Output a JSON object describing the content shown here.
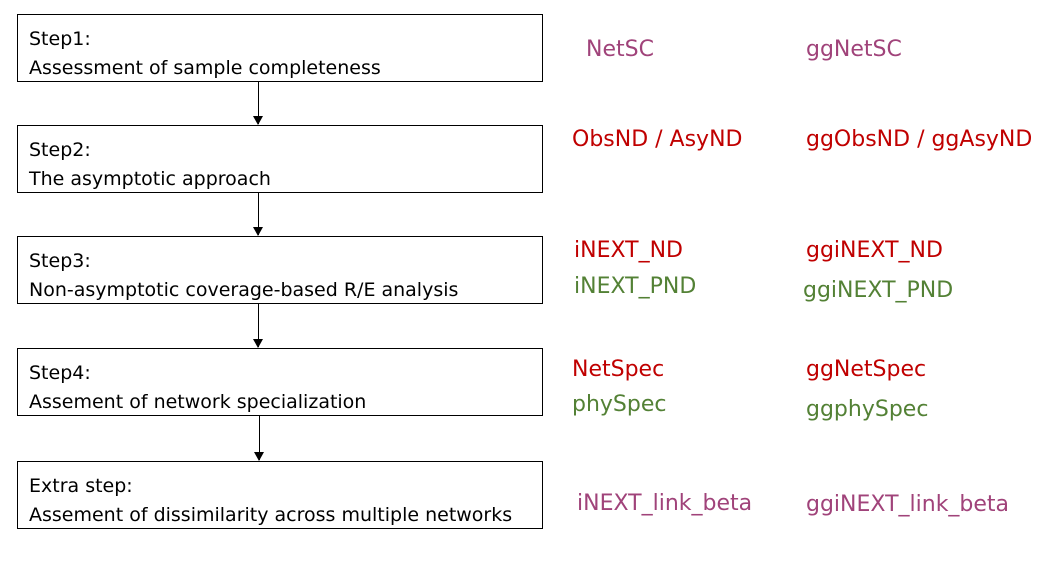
{
  "colors": {
    "red": "#c00000",
    "green": "#538135",
    "purple": "#a0437a"
  },
  "steps": [
    {
      "title": "Step1:",
      "desc": "Assessment of sample completeness"
    },
    {
      "title": "Step2:",
      "desc": "The asymptotic approach"
    },
    {
      "title": "Step3:",
      "desc": "Non-asymptotic coverage-based R/E analysis"
    },
    {
      "title": "Step4:",
      "desc": "Assement of network specialization"
    },
    {
      "title": "Extra step:",
      "desc": "Assement of dissimilarity across multiple networks"
    }
  ],
  "functions": {
    "netsc": "NetSC",
    "ggnetsc": "ggNetSC",
    "obsnd": "ObsND / AsyND",
    "ggobsnd": "ggObsND / ggAsyND",
    "inext_nd": "iNEXT_ND",
    "gginext_nd": "ggiNEXT_ND",
    "inext_pnd": "iNEXT_PND",
    "gginext_pnd": "ggiNEXT_PND",
    "netspec": "NetSpec",
    "ggnetspec": "ggNetSpec",
    "physpec": "phySpec",
    "ggphyspec": "ggphySpec",
    "inext_link_beta": "iNEXT_link_beta",
    "gginext_link_beta": "ggiNEXT_link_beta"
  }
}
